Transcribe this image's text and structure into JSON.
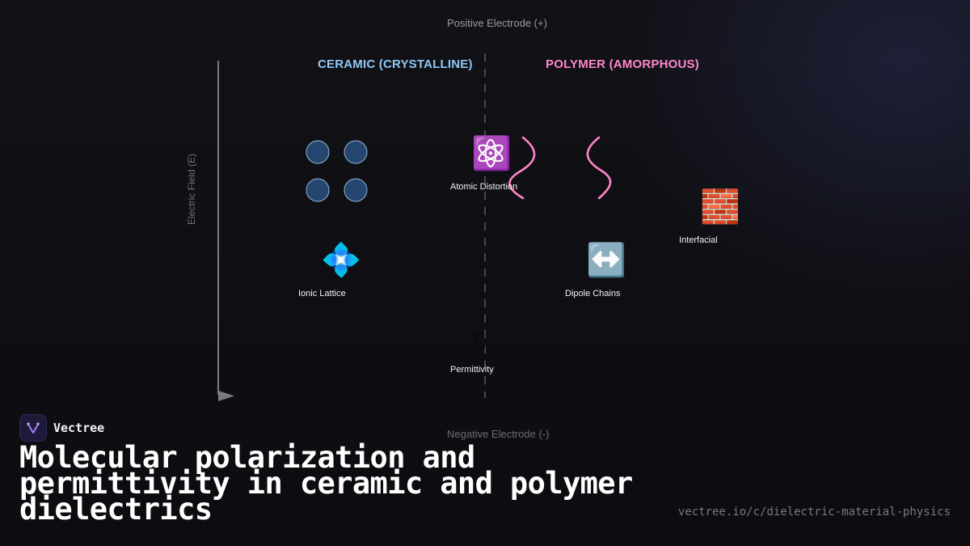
{
  "diagram": {
    "top_label": "Positive Electrode (+)",
    "bottom_label": "Negative Electrode (-)",
    "axis_label": "Electric Field (E)",
    "left_heading": "CERAMIC (CRYSTALLINE)",
    "right_heading": "POLYMER (AMORPHOUS)",
    "colors": {
      "ceramic": "#8fc8f5",
      "polymer": "#ff86c8",
      "atom_fill": "#25466e",
      "atom_stroke": "#8fb3d8"
    },
    "nodes": {
      "atomic_distortion": {
        "icon": "atom-icon",
        "glyph": "⚛️",
        "label": "Atomic Distortion"
      },
      "ionic_lattice": {
        "icon": "diamond-lattice-icon",
        "glyph": "💠",
        "label": "Ionic Lattice"
      },
      "dipole_chains": {
        "icon": "left-right-arrow-icon",
        "glyph": "↔️",
        "label": "Dipole Chains"
      },
      "interfacial": {
        "icon": "brick-wall-icon",
        "glyph": "🧱",
        "label": "Interfacial"
      },
      "permittivity": {
        "icon": "epsilon-symbol",
        "glyph": "ε",
        "label": "Permittivity"
      }
    }
  },
  "footer": {
    "brand": "Vectree",
    "title": "Molecular polarization and permittivity in ceramic and polymer dielectrics",
    "url": "vectree.io/c/dielectric-material-physics"
  }
}
